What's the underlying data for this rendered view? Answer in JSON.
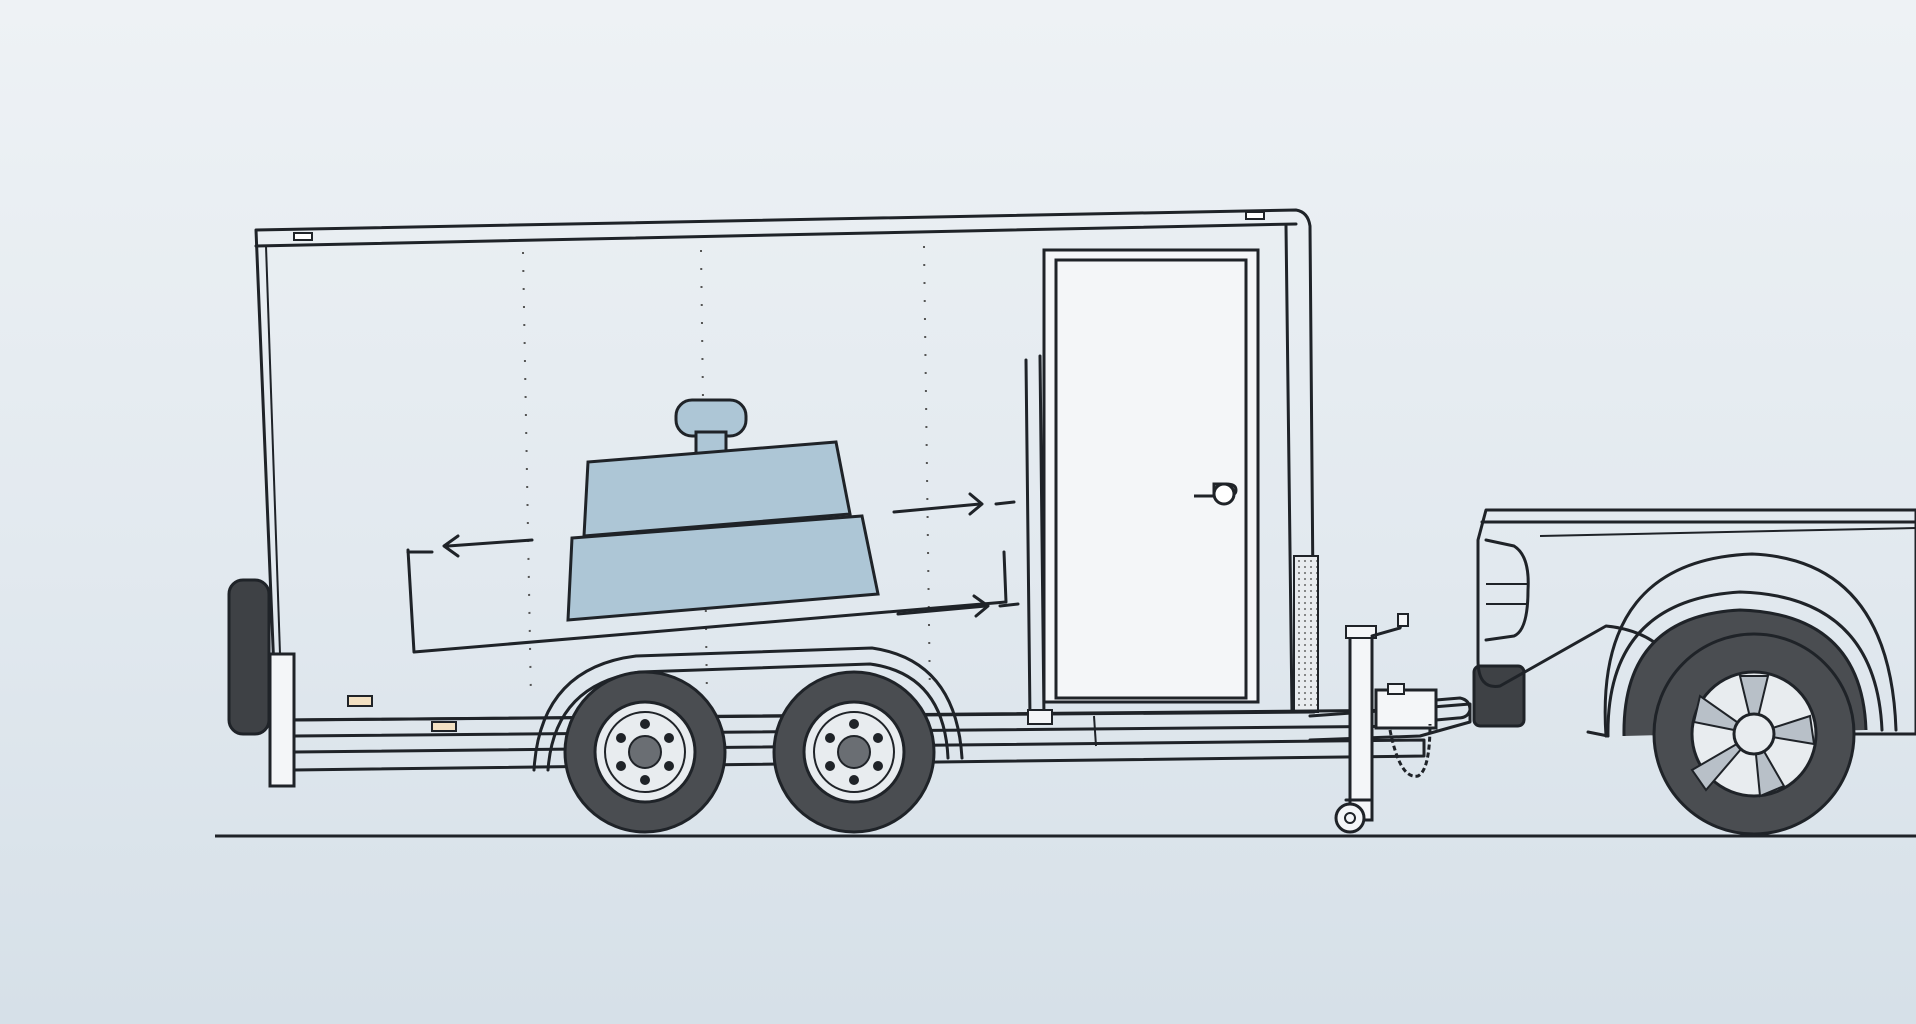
{
  "scene": {
    "subject": "enclosed-cargo-trailer-hitched-to-pickup",
    "colors": {
      "background_top": "#eef2f5",
      "background_bottom": "#d6e0e8",
      "outline": "#1f2328",
      "body": "#f4f6f8",
      "cargo_fill": "#adc6d6",
      "tire": "#4a4d51",
      "ground_line": "#1f2328"
    },
    "icons": [
      "trailer-body",
      "side-door",
      "door-handle",
      "cargo-load",
      "load-arrows",
      "trailer-wheels",
      "tongue-jack",
      "safety-chain",
      "pickup-truck"
    ]
  }
}
